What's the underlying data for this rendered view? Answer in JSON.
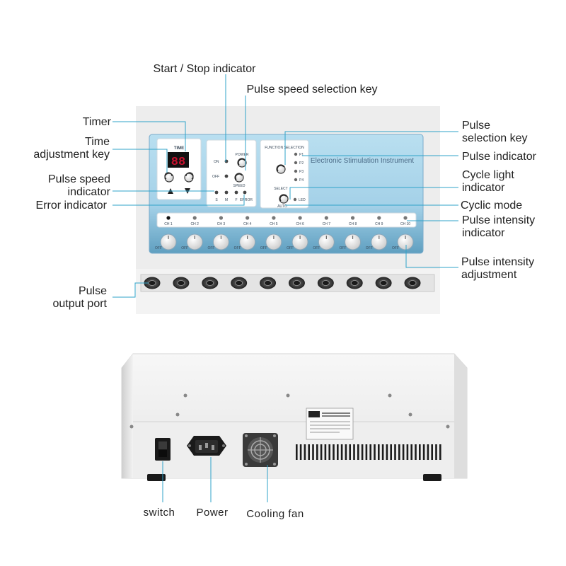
{
  "colors": {
    "leader": "#2fa3c9",
    "panel": "#a9d6ea",
    "panel_dark": "#5a9cbd",
    "body": "#eeeeee",
    "text": "#222222",
    "display": "#c8102e"
  },
  "panel": {
    "time_title": "TIME",
    "timer_digits": "88",
    "on": "ON",
    "off": "OFF",
    "power": "POWER",
    "speed": "SPEED",
    "s": "S",
    "m": "M",
    "f": "F",
    "error": "ERROR",
    "function_selection": "FUNCTION SELECTION",
    "p1": "P1",
    "p2": "P2",
    "p3": "P3",
    "p4": "P4",
    "select": "SELECT",
    "auto": "AUTO",
    "led": "LED",
    "brand": "Electronic Stimulation Instrument",
    "knob_off": "OFF",
    "channels": [
      "CH 1",
      "CH 2",
      "CH 3",
      "CH 4",
      "CH 5",
      "CH 6",
      "CH 7",
      "CH 8",
      "CH 9",
      "CH 10"
    ]
  },
  "callouts": {
    "start_stop": "Start / Stop indicator",
    "pulse_speed_key": "Pulse speed selection key",
    "timer": "Timer",
    "time_adj_1": "Time",
    "time_adj_2": "adjustment key",
    "pulse_speed_ind_1": "Pulse speed",
    "pulse_speed_ind_2": "indicator",
    "error_indicator": "Error indicator",
    "pulse_output_1": "Pulse",
    "pulse_output_2": "output port",
    "pulse_sel_1": "Pulse",
    "pulse_sel_2": "selection key",
    "pulse_indicator": "Pulse indicator",
    "cycle_light_1": "Cycle light",
    "cycle_light_2": "indicator",
    "cyclic_mode": "Cyclic mode",
    "intensity_ind_1": "Pulse intensity",
    "intensity_ind_2": "indicator",
    "intensity_adj_1": "Pulse intensity",
    "intensity_adj_2": "adjustment"
  },
  "rear": {
    "switch": "switch",
    "power": "Power",
    "cooling_fan": "Cooling fan"
  }
}
